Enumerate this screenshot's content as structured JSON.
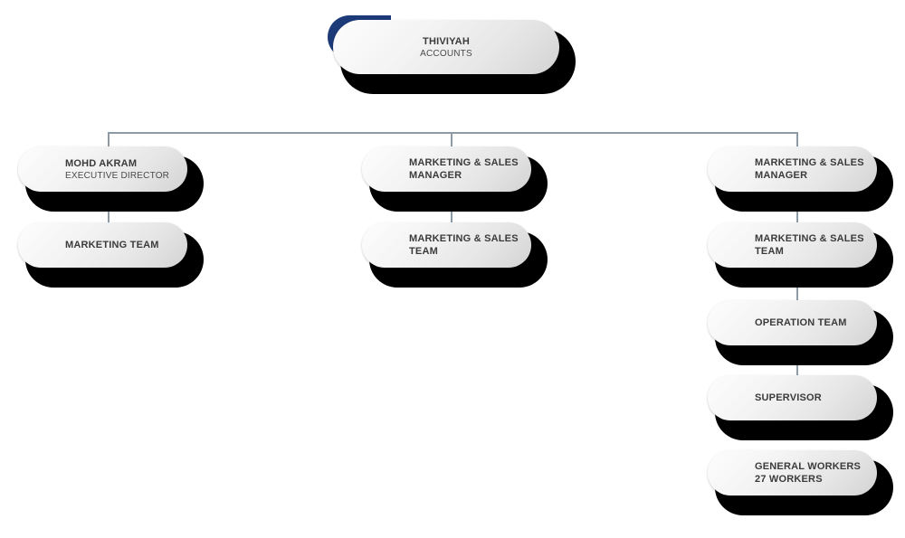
{
  "chart": {
    "type": "org-chart",
    "title": "",
    "accent_color": "#1d3a78",
    "node_face_color": "#ededed",
    "node_shadow_color": "#000000",
    "connector_color": "#8e9aa6",
    "text_color": "#3b3b3b"
  },
  "root": {
    "title": "THIVIYAH",
    "subtitle": "ACCOUNTS"
  },
  "columns": [
    {
      "name": "left-branch",
      "nodes": [
        {
          "title": "MOHD AKRAM",
          "subtitle": "EXECUTIVE DIRECTOR"
        },
        {
          "title": "MARKETING TEAM",
          "subtitle": ""
        }
      ]
    },
    {
      "name": "middle-branch",
      "nodes": [
        {
          "title": "MARKETING & SALES MANAGER",
          "subtitle": ""
        },
        {
          "title": "MARKETING & SALES TEAM",
          "subtitle": ""
        }
      ]
    },
    {
      "name": "right-branch",
      "nodes": [
        {
          "title": "MARKETING & SALES MANAGER",
          "subtitle": ""
        },
        {
          "title": "MARKETING & SALES TEAM",
          "subtitle": ""
        },
        {
          "title": "OPERATION TEAM",
          "subtitle": ""
        },
        {
          "title": "SUPERVISOR",
          "subtitle": ""
        },
        {
          "title": "GENERAL WORKERS",
          "subtitle": "27 WORKERS"
        }
      ]
    }
  ]
}
